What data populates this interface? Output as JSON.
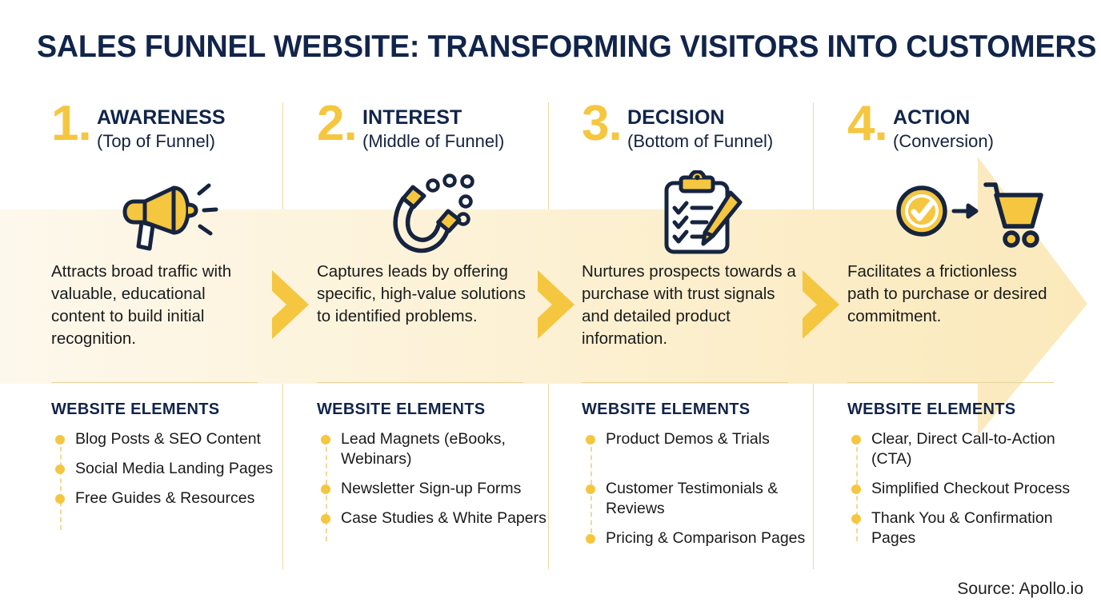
{
  "title": "SALES FUNNEL WEBSITE: TRANSFORMING VISITORS INTO CUSTOMERS",
  "source": "Source: Apollo.io",
  "colors": {
    "navy": "#11244a",
    "yellow": "#f5c63f",
    "band_light": "#fdf6e2",
    "band_mid": "#fbeec4",
    "rule": "#e8d49c"
  },
  "elements_heading": "WEBSITE ELEMENTS",
  "stages": [
    {
      "number": "1.",
      "name": "AWARENESS",
      "subtitle": "(Top of Funnel)",
      "icon": "megaphone-icon",
      "description": "Attracts broad traffic with valuable, educational content to build initial recognition.",
      "elements": [
        "Blog Posts & SEO Content",
        "Social Media Landing Pages",
        "Free Guides & Resources"
      ]
    },
    {
      "number": "2.",
      "name": "INTEREST",
      "subtitle": "(Middle of Funnel)",
      "icon": "magnet-icon",
      "description": "Captures leads by offering specific, high-value solutions to identified problems.",
      "elements": [
        "Lead Magnets (eBooks, Webinars)",
        "Newsletter Sign-up Forms",
        "Case Studies & White Papers"
      ]
    },
    {
      "number": "3.",
      "name": "DECISION",
      "subtitle": "(Bottom of Funnel)",
      "icon": "clipboard-checklist-icon",
      "description": "Nurtures prospects towards a purchase with trust signals and detailed product information.",
      "elements": [
        "Product Demos & Trials",
        "Customer Testimonials & Reviews",
        "Pricing & Comparison Pages"
      ]
    },
    {
      "number": "4.",
      "name": "ACTION",
      "subtitle": "(Conversion)",
      "icon": "checkmark-cart-icon",
      "description": "Facilitates a frictionless path to purchase or desired commitment.",
      "elements": [
        "Clear, Direct Call-to-Action (CTA)",
        "Simplified Checkout Process",
        "Thank You & Confirmation Pages"
      ]
    }
  ]
}
